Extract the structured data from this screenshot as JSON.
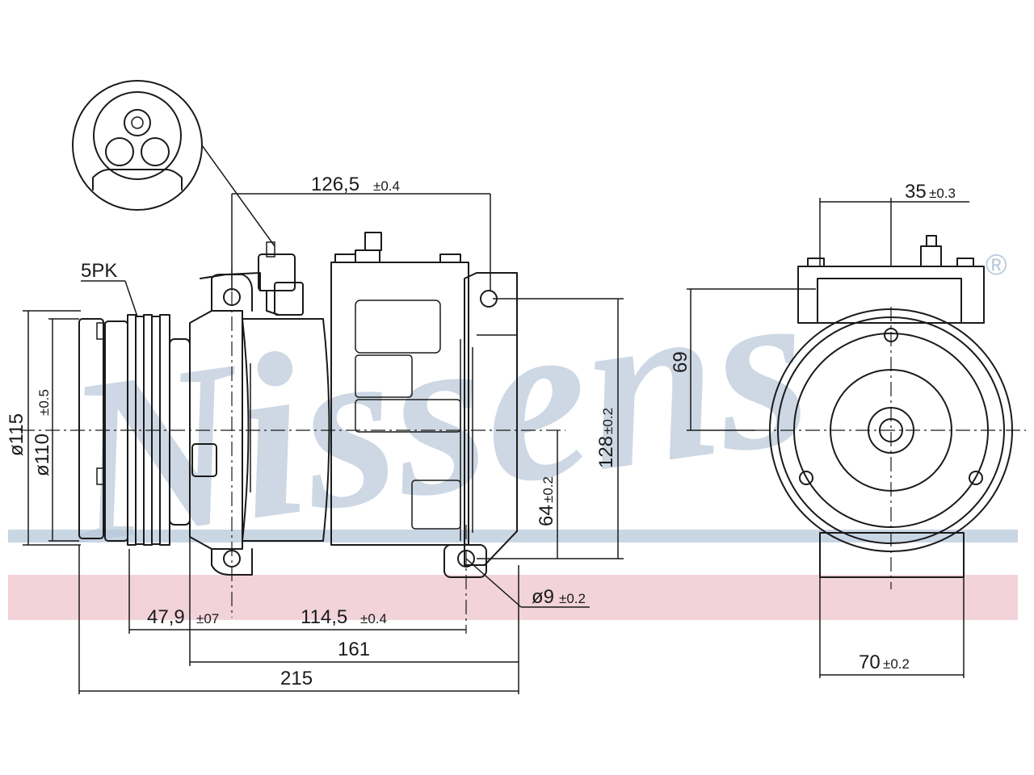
{
  "watermark": {
    "text": "Nissens",
    "mark": "®",
    "color": "#b8c8da",
    "band_color": "#f2d3da"
  },
  "dimensions": {
    "d_126_5": {
      "value": "126,5",
      "tol": "±0.4"
    },
    "d_35": {
      "value": "35",
      "tol": "±0.3"
    },
    "pulley_type": "5PK",
    "d_115": "ø115",
    "d_110": {
      "value": "ø110",
      "tol": "±0.5"
    },
    "d_128": {
      "value": "128",
      "tol": "±0.2"
    },
    "d_64": {
      "value": "64",
      "tol": "±0.2"
    },
    "d_69": "69",
    "d_hole9": {
      "value": "ø9",
      "tol": "±0.2"
    },
    "d_47_9": {
      "value": "47,9",
      "tol": "±07"
    },
    "d_114_5": {
      "value": "114,5",
      "tol": "±0.4"
    },
    "d_161": "161",
    "d_215": "215",
    "d_70": {
      "value": "70",
      "tol": "±0.2"
    }
  }
}
